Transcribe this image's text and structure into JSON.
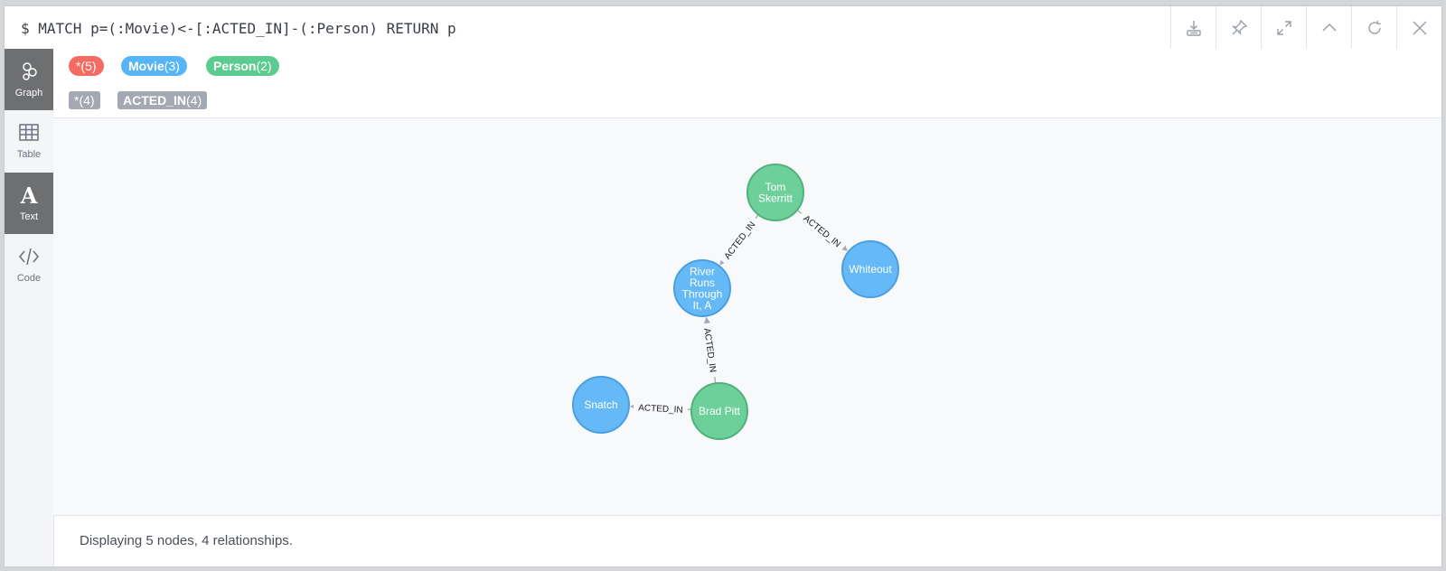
{
  "header": {
    "query": "$ MATCH p=(:Movie)<-[:ACTED_IN]-(:Person) RETURN p",
    "buttons": [
      "download-icon",
      "pin-icon",
      "expand-icon",
      "collapse-up-icon",
      "rerun-icon",
      "close-icon"
    ]
  },
  "sidebar": {
    "items": [
      {
        "label": "Graph",
        "icon": "graph-icon",
        "active": true
      },
      {
        "label": "Table",
        "icon": "table-icon",
        "active": false
      },
      {
        "label": "Text",
        "icon": "text-icon",
        "active": true
      },
      {
        "label": "Code",
        "icon": "code-icon",
        "active": false
      }
    ]
  },
  "legend": {
    "nodes": [
      {
        "name": "*",
        "count": "(5)",
        "color": "#f36b61"
      },
      {
        "name": "Movie",
        "count": "(3)",
        "color": "#57b5f6"
      },
      {
        "name": "Person",
        "count": "(2)",
        "color": "#5ccb8f"
      }
    ],
    "relationships": [
      {
        "name": "*",
        "count": "(4)"
      },
      {
        "name": "ACTED_IN",
        "count": "(4)"
      }
    ]
  },
  "graph": {
    "nodes": [
      {
        "id": "tom",
        "label": "Tom Skerritt",
        "lines": [
          "Tom",
          "Skerritt"
        ],
        "type": "Person"
      },
      {
        "id": "river",
        "label": "River Runs Through It, A",
        "lines": [
          "River",
          "Runs",
          "Through",
          "It, A"
        ],
        "type": "Movie"
      },
      {
        "id": "whiteout",
        "label": "Whiteout",
        "lines": [
          "Whiteout"
        ],
        "type": "Movie"
      },
      {
        "id": "brad",
        "label": "Brad Pitt",
        "lines": [
          "Brad Pitt"
        ],
        "type": "Person"
      },
      {
        "id": "snatch",
        "label": "Snatch",
        "lines": [
          "Snatch"
        ],
        "type": "Movie"
      }
    ],
    "relationships": [
      {
        "from": "tom",
        "to": "river",
        "label": "ACTED_IN"
      },
      {
        "from": "tom",
        "to": "whiteout",
        "label": "ACTED_IN"
      },
      {
        "from": "brad",
        "to": "river",
        "label": "ACTED_IN"
      },
      {
        "from": "brad",
        "to": "snatch",
        "label": "ACTED_IN"
      }
    ],
    "colors": {
      "Person": {
        "fill": "#6dcf9a",
        "stroke": "#4fb27c"
      },
      "Movie": {
        "fill": "#65b9f7",
        "stroke": "#4a9fe0"
      },
      "edge": "#a5abb6",
      "edge_label": "#1a1a1a"
    }
  },
  "status": "Displaying 5 nodes, 4 relationships."
}
